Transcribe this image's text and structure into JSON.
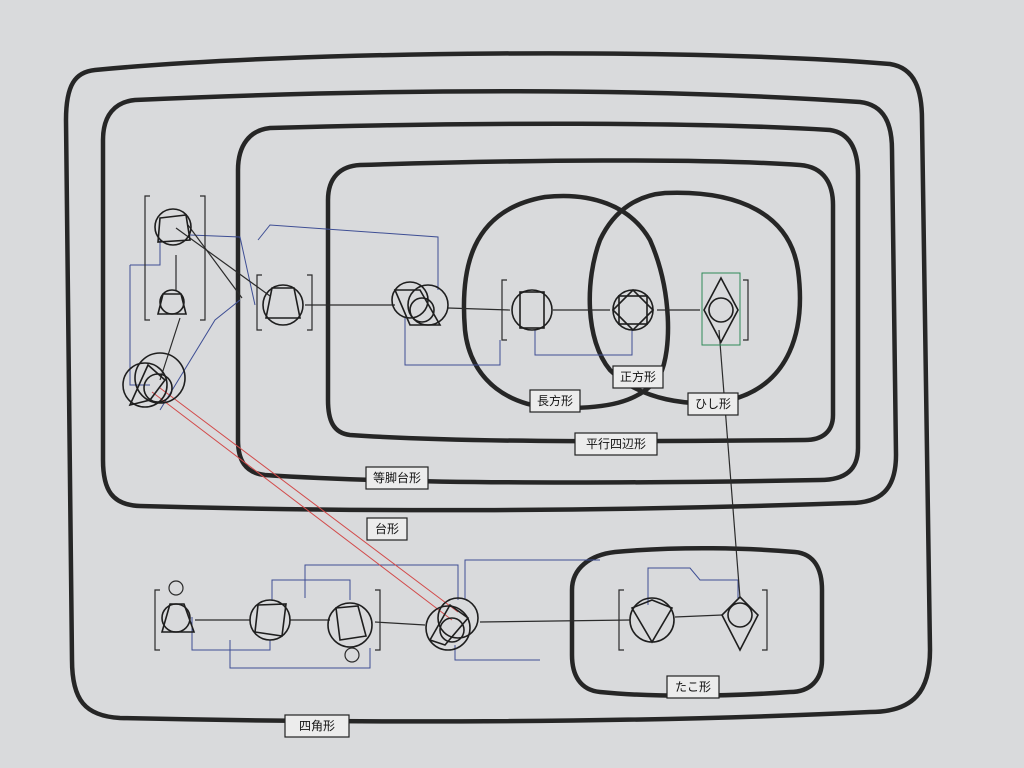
{
  "labels": {
    "rectangle": "長方形",
    "square": "正方形",
    "rhombus": "ひし形",
    "parallelogram": "平行四辺形",
    "isosceles_trapezoid": "等脚台形",
    "trapezoid": "台形",
    "kite": "たこ形",
    "quadrilateral": "四角形"
  },
  "colors": {
    "region_outline": "#262626",
    "link_blue": "#3e4e94",
    "link_red": "#d24a4a",
    "link_green": "#2e8a57",
    "paper": "#d9dadc"
  }
}
